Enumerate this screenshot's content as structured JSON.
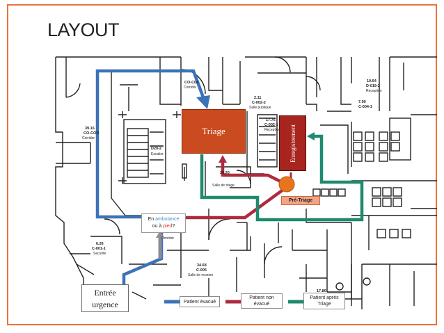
{
  "slide": {
    "title": "LAYOUT",
    "colors": {
      "frame": "#e8743b",
      "blue_path": "#3b73b6",
      "red_path": "#ad2b3e",
      "green_path": "#1f8a6e",
      "triage": "#c94b1f",
      "enregistrement": "#a8241e",
      "pre_triage": "#f2a583",
      "gray_path": "#8c8c96"
    }
  },
  "zones": {
    "triage": "Triage",
    "enregistrement": "Enregistrement",
    "pre_triage": "Pré-Triage"
  },
  "arrival_note": {
    "prefix": "En ",
    "ambulance": "ambulance",
    "line2_prefix": "ou à ",
    "pied": "pied",
    "suffix": "?"
  },
  "entree": {
    "line1": "Entrée",
    "line2": "urgence"
  },
  "legend": {
    "evacue": "Patient évacué",
    "non_evacue": "Patient non évacué",
    "apres_triage": "Patient après Triage"
  },
  "rooms": {
    "r_top_mid": {
      "code": "CO-C04",
      "name": "Corridor"
    },
    "r_left": {
      "num": "39.16",
      "code": "CO-COR",
      "name": "Corridor"
    },
    "r_sec": {
      "num": "6.26",
      "code": "C-001-1",
      "name": "Securite"
    },
    "r_reunion": {
      "num": "34.68",
      "code": "C-005",
      "name": "Salle de reunion"
    },
    "r_salle_triage": {
      "num": "26.20",
      "name": "Salle de triage"
    },
    "r_reception": {
      "num": "17.76",
      "code": "C-002-1",
      "name": "Reception"
    },
    "r_sal_pub": {
      "num": "2.11",
      "code": "C-002-2",
      "name": "Salle publique"
    },
    "r_top_right": {
      "num": "10.64",
      "code": "D-019-2",
      "name": "Reception"
    },
    "r_right_b": {
      "num": "7.00",
      "code": "C-004-1"
    },
    "r_bottom_right": {
      "num": "17.80"
    },
    "r_escalier": {
      "code": "D20-2",
      "name": "Escalier"
    },
    "r_corr_small": {
      "name": "Corridor"
    }
  }
}
